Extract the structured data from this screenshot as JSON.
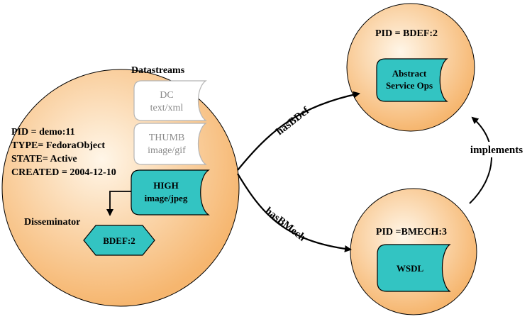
{
  "colors": {
    "circle_light": "#fff6e8",
    "circle_dark": "#f6b66f",
    "teal": "#33c4c2",
    "datastream_gray_fill": "#ffffff",
    "datastream_gray_stroke": "#b5b5b5",
    "line": "#000000"
  },
  "main_object": {
    "pid": "PID = demo:11",
    "type": "TYPE= FedoraObject",
    "state": "STATE= Active",
    "created": "CREATED = 2004-12-10",
    "datastreams_heading": "Datastreams",
    "datastreams": [
      {
        "line1": "DC",
        "line2": "text/xml"
      },
      {
        "line1": "THUMB",
        "line2": "image/gif"
      },
      {
        "line1": "HIGH",
        "line2": "image/jpeg"
      }
    ],
    "disseminator_label": "Disseminator",
    "disseminator_value": "BDEF:2"
  },
  "bdef_object": {
    "pid": "PID = BDEF:2",
    "box_line1": "Abstract",
    "box_line2": "Service Ops"
  },
  "bmech_object": {
    "pid": "PID =BMECH:3",
    "box_label": "WSDL"
  },
  "relations": {
    "has_bdef": "hasBDef",
    "has_bmech": "hasBMech",
    "implements": "implements"
  }
}
